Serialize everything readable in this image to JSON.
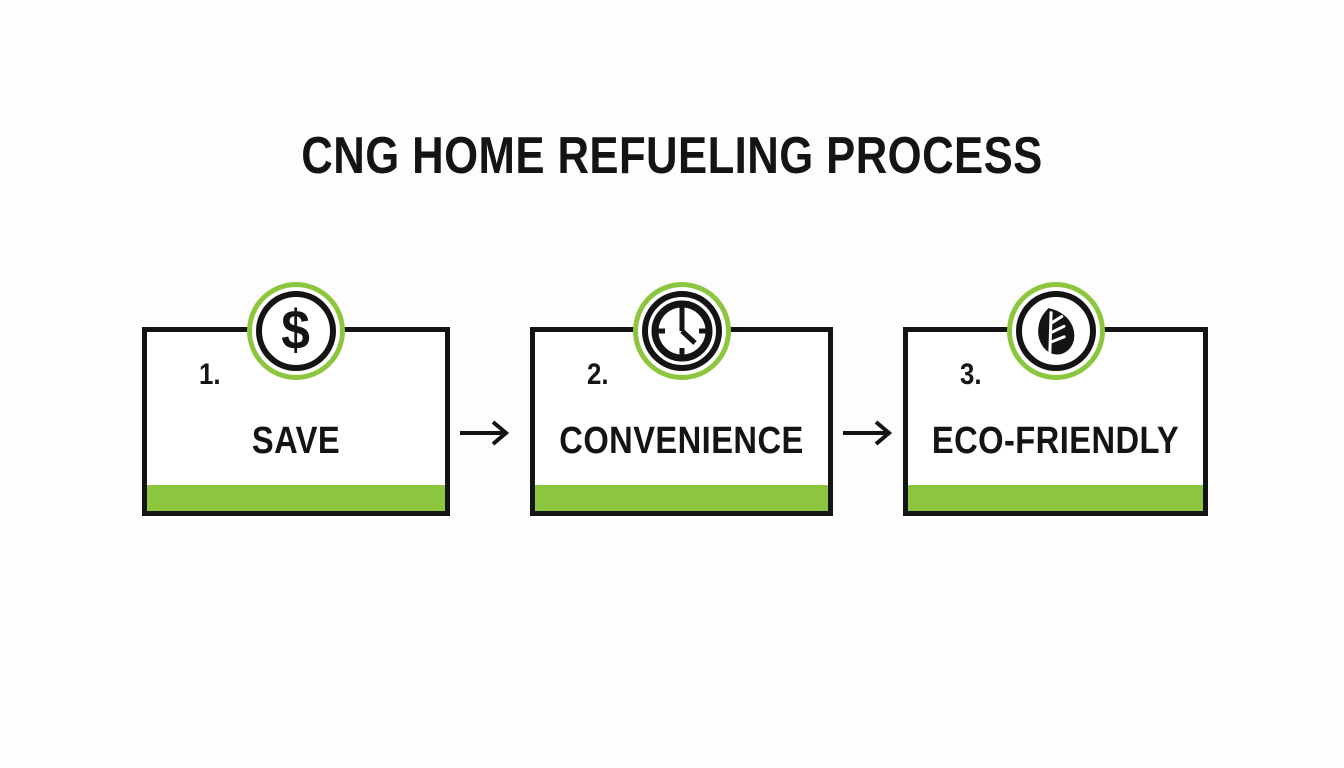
{
  "page": {
    "title": "CNG HOME REFUELING PROCESS",
    "background_color": "#fdfdfd"
  },
  "colors": {
    "accent_green": "#8cc63e",
    "ink_black": "#141414",
    "card_fill": "#ffffff"
  },
  "steps": [
    {
      "number": "1.",
      "label": "SAVE",
      "icon": "dollar-sign-icon",
      "glyph": "$"
    },
    {
      "number": "2.",
      "label": "CONVENIENCE",
      "icon": "clock-icon",
      "glyph": ""
    },
    {
      "number": "3.",
      "label": "ECO-FRIENDLY",
      "icon": "leaf-icon",
      "glyph": ""
    }
  ],
  "connectors": [
    {
      "icon": "arrow-right-icon"
    },
    {
      "icon": "arrow-right-icon"
    }
  ]
}
